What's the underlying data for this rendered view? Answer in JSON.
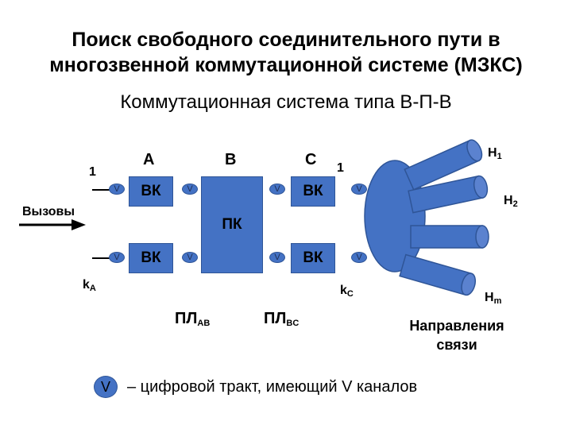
{
  "title": {
    "line1": "Поиск свободного соединительного пути в",
    "line2": "многозвенной коммутационной системе (МЗКС)"
  },
  "subtitle": "Коммутационная система типа В-П-В",
  "stages": {
    "a": "A",
    "b": "B",
    "c": "C"
  },
  "blocks": {
    "vk": "ВК",
    "pk": "ПК"
  },
  "channel_symbol": "V",
  "input_label": "Вызовы",
  "numbers": {
    "a_top": "1",
    "c_top": "1",
    "ka_main": "k",
    "ka_sub": "A",
    "kc_main": "k",
    "kc_sub": "C"
  },
  "links": {
    "ab_main": "ПЛ",
    "ab_sub": "AB",
    "bc_main": "ПЛ",
    "bc_sub": "BC"
  },
  "directions": {
    "h1_main": "H",
    "h1_sub": "1",
    "h2_main": "H",
    "h2_sub": "2",
    "hm_main": "H",
    "hm_sub": "m",
    "label_line1": "Направления",
    "label_line2": "связи"
  },
  "legend": {
    "symbol": "V",
    "text": "– цифровой тракт, имеющий V каналов"
  },
  "colors": {
    "block_fill": "#4472c4",
    "block_border": "#2f5597"
  }
}
